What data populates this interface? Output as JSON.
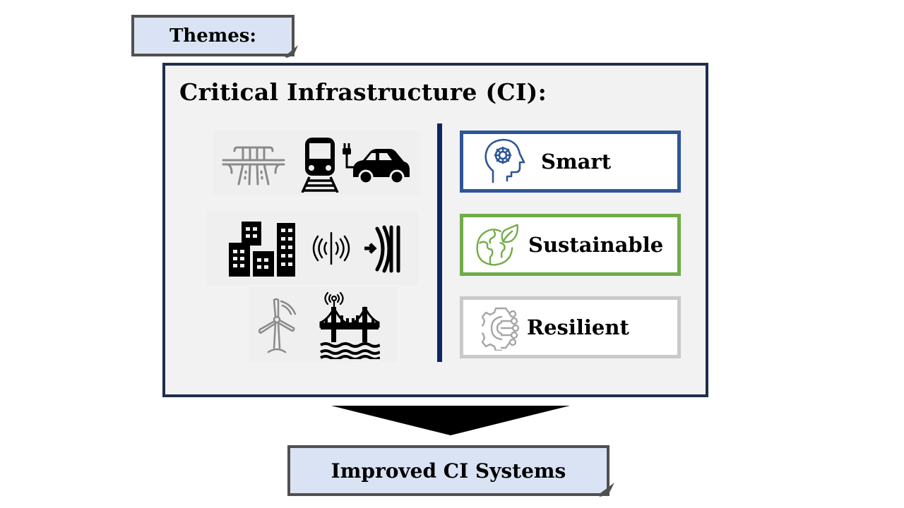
{
  "themes_label": "Themes:",
  "ci_panel": {
    "title": "Critical Infrastructure (CI):",
    "infrastructure_icons": [
      "highway-overpass-icon",
      "train-icon",
      "electric-car-icon",
      "city-buildings-icon",
      "wireless-sensor-icon",
      "contactless-signal-icon",
      "wind-turbine-icon",
      "smart-bridge-icon"
    ],
    "themes": [
      {
        "label": "Smart",
        "icon": "head-gear-icon",
        "color": "#2f5597"
      },
      {
        "label": "Sustainable",
        "icon": "earth-leaf-icon",
        "color": "#70ad47"
      },
      {
        "label": "Resilient",
        "icon": "gear-circuit-icon",
        "color": "#c9c9c9"
      }
    ]
  },
  "outcome_label": "Improved CI Systems",
  "colors": {
    "label_fill": "#dae3f3",
    "label_border": "#505050",
    "frame_border": "#1f2d4e",
    "frame_fill": "#f2f2f2",
    "divider": "#0c2661"
  }
}
